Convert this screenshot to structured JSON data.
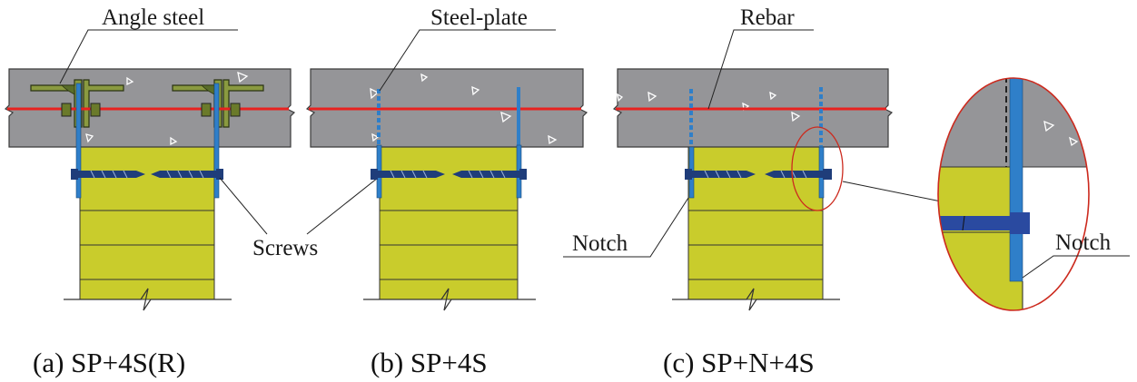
{
  "labels": {
    "angle_steel": "Angle steel",
    "steel_plate": "Steel-plate",
    "rebar": "Rebar",
    "screws": "Screws",
    "notch_c": "Notch",
    "notch_detail": "Notch"
  },
  "captions": {
    "a": "(a) SP+4S(R)",
    "b": "(b) SP+4S",
    "c": "(c) SP+N+4S"
  },
  "colors": {
    "slab": "#959598",
    "slab_edge": "#3a3a3a",
    "timber": "#c9cc2c",
    "plate": "#2f7fc9",
    "rebar": "#e8221f",
    "screw": "#1f3d7a",
    "angle": "#5a6e2a",
    "detail_outline": "#cc2a1e"
  }
}
